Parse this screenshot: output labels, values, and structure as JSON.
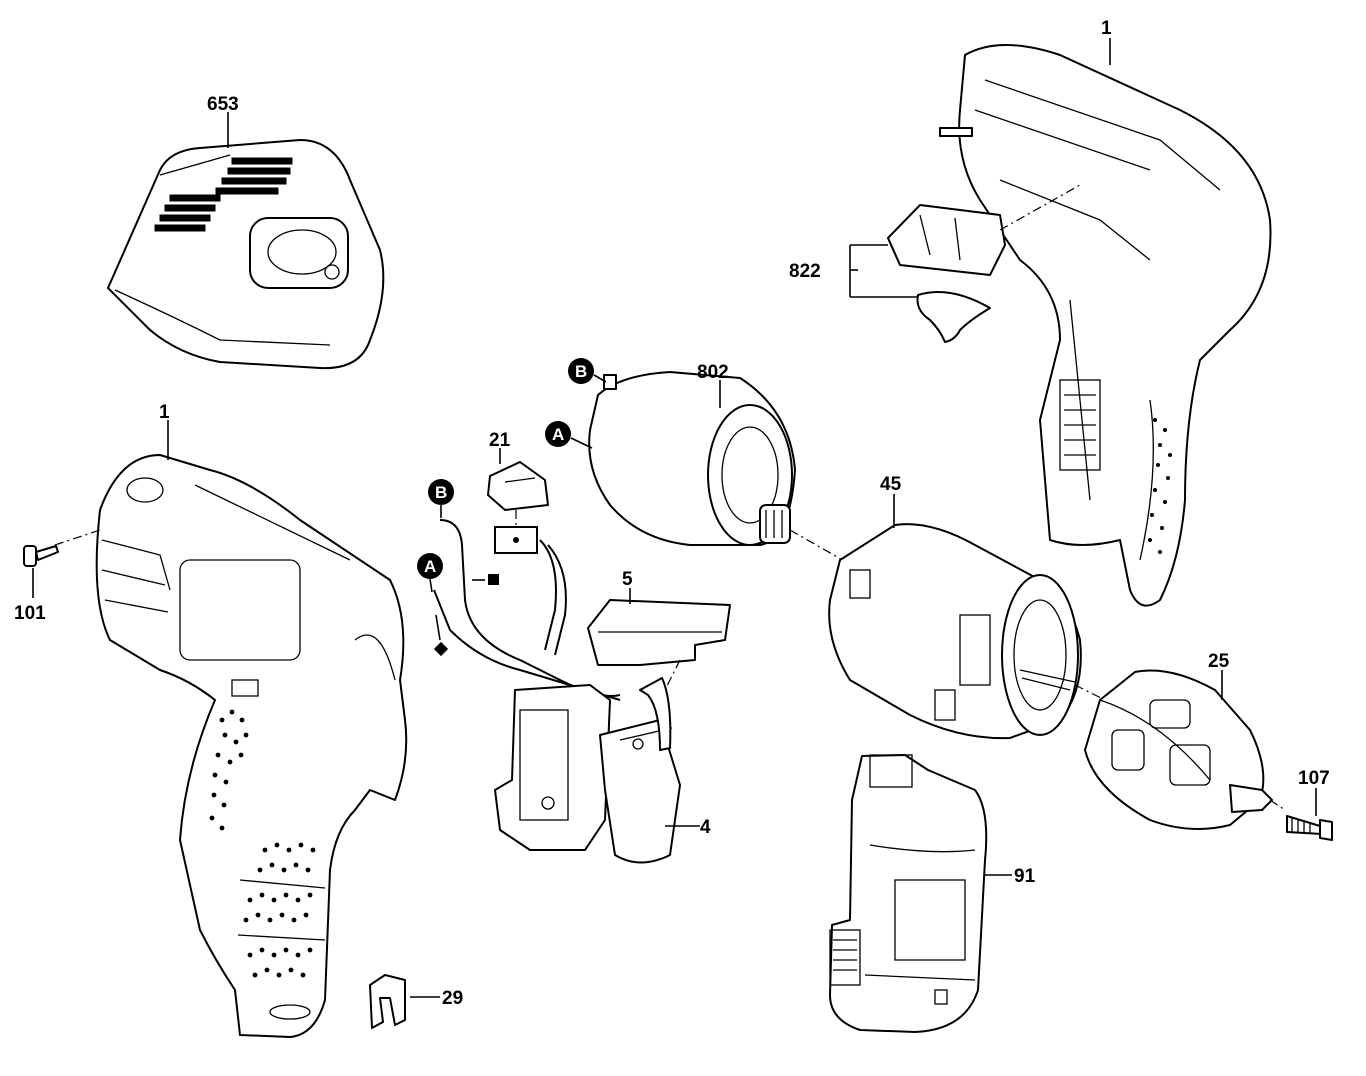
{
  "callouts": {
    "c653": "653",
    "c1_top": "1",
    "c822": "822",
    "c802": "802",
    "c21": "21",
    "c1_left": "1",
    "c101": "101",
    "c45": "45",
    "c5": "5",
    "c25": "25",
    "c107": "107",
    "c4": "4",
    "c91": "91",
    "c29": "29"
  },
  "markers": {
    "motor_b": "B",
    "motor_a": "A",
    "wire_b": "B",
    "wire_a": "A"
  }
}
